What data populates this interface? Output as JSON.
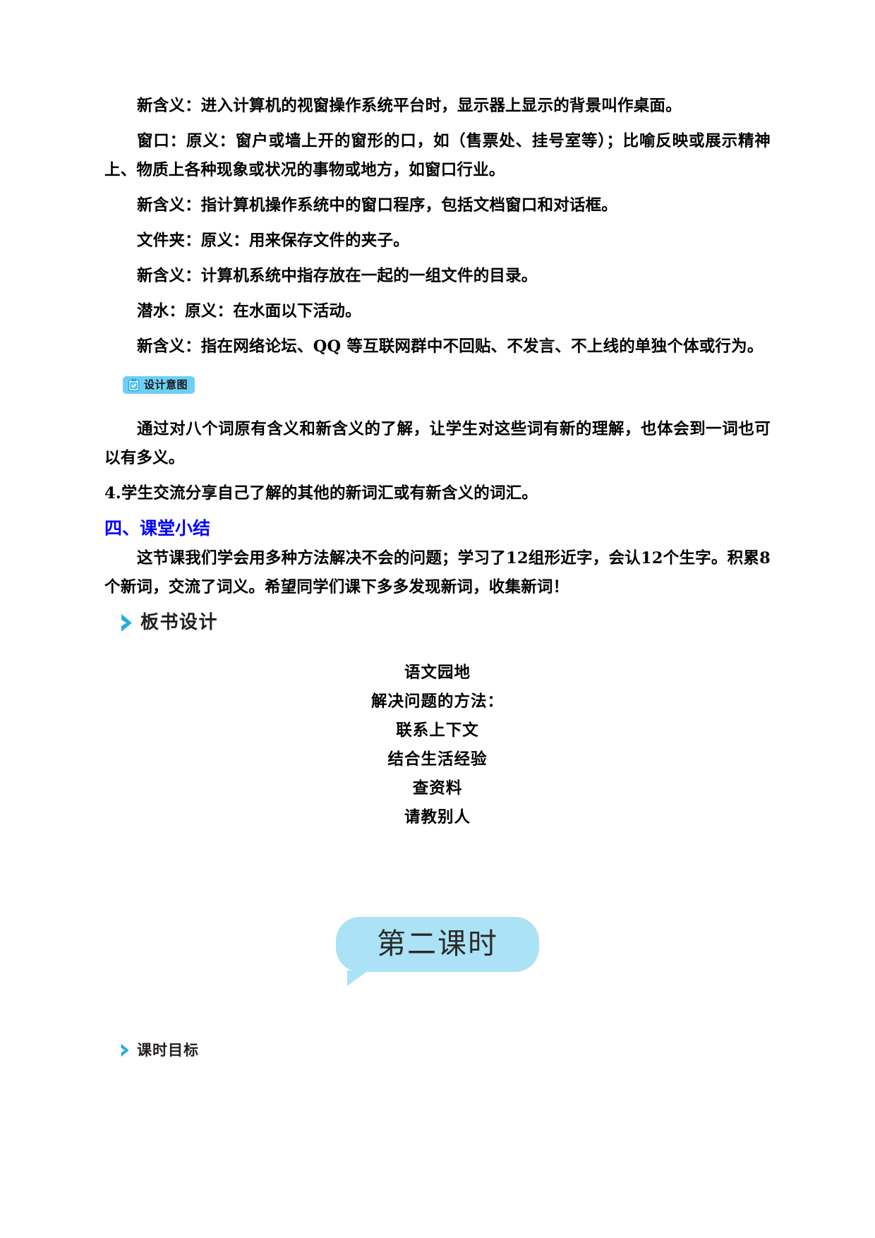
{
  "document": {
    "title": "语文园地 教案 第二课时",
    "page_background": "#ffffff"
  },
  "colors": {
    "heading_blue": "#0000FF",
    "badge_background": "#6ECFF6",
    "chevron_blue": "#29ABE2",
    "bubble_background": "#ABE2F5",
    "body_text": "#000000"
  },
  "body": {
    "paragraphs": [
      "新含义：进入计算机的视窗操作系统平台时，显示器上显示的背景叫作桌面。",
      "窗口：原义：窗户或墙上开的窗形的口，如（售票处、挂号室等）；比喻反映或展示精神上、物质上各种现象或状况的事物或地方，如窗口行业。",
      "新含义：指计算机操作系统中的窗口程序，包括文档窗口和对话框。",
      "文件夹：原义：用来保存文件的夹子。",
      "新含义：计算机系统中指存放在一起的一组文件的目录。",
      "潜水：原义：在水面以下活动。",
      "新含义：指在网络论坛、QQ 等互联网群中不回贴、不发言、不上线的单独个体或行为。"
    ]
  },
  "intent_badge": {
    "label": "设计意图",
    "icon": "clipboard-check-icon"
  },
  "intent_text": "通过对八个词原有含义和新含义的了解，让学生对这些词有新的理解，也体会到一词也可以有多义。",
  "item_4": "4.学生交流分享自己了解的其他的新词汇或有新含义的词汇。",
  "summary_section": {
    "heading": "四、课堂小结",
    "text": "这节课我们学会用多种方法解决不会的问题；学习了12组形近字，会认12个生字。积累8个新词，交流了词义。希望同学们课下多多发现新词，收集新词！"
  },
  "blackboard_section": {
    "heading": "板书设计",
    "icon": "chevron-right-icon",
    "lines": [
      "语文园地",
      "解决问题的方法：",
      "联系上下文",
      "结合生活经验",
      "查资料",
      "请教别人"
    ]
  },
  "lesson_bubble": {
    "label": "第二课时"
  },
  "objectives_section": {
    "heading": "课时目标",
    "icon": "chevron-right-icon"
  }
}
